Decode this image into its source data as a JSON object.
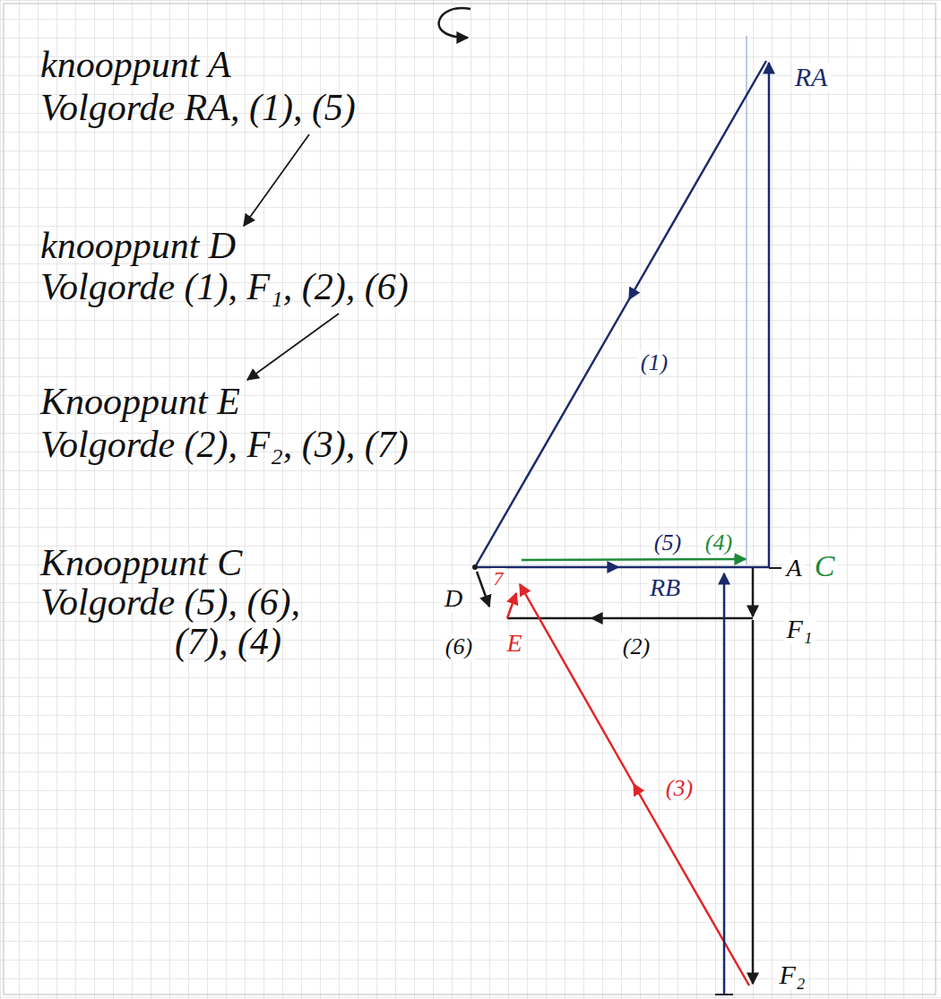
{
  "diagram": {
    "labels": [
      "knooppunt A",
      "Volgorde RA, (1), (5)",
      "knooppunt D",
      "Volgorde (1), F₁, (2), (6)",
      "Knooppunt E",
      "Volgorde (2), F₂, (3), (7)",
      "Knooppunt C",
      "Volgorde (5), (6), (7), (4)",
      "RA",
      "(1)",
      "(5)",
      "(4)",
      "A",
      "C",
      "RB",
      "F₁",
      "7",
      "D",
      "E",
      "(6)",
      "(2)",
      "(3)",
      "F₂"
    ]
  }
}
